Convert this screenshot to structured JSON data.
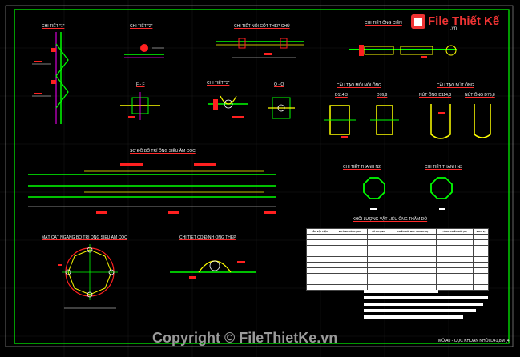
{
  "logo": {
    "brand": "File Thiết Kế",
    "url": ".vn"
  },
  "copyright": "Copyright © FileThietKe.vn",
  "footer_title": "MÔ A0 - CỌC KHOAN NHỒI D41,8M (4)",
  "labels": {
    "detail1": "CHI TIẾT \"1\"",
    "detail2": "CHI TIẾT \"2\"",
    "detail_rebar_cage": "CHI TIẾT NỐI CỐT THÉP CHỦ",
    "detail_tube": "CHI TIẾT ỐNG CIÊN",
    "section_ff": "F - F",
    "detail3": "CHI TIẾT \"3\"",
    "section_qq": "Q - Q",
    "tube_joint_left": "CẤU TẠO MỐI NỐI ỐNG",
    "tube_joint_right": "CẤU TẠO NÚT ỐNG",
    "d1": "D114,3",
    "d2": "D76,8",
    "d3": "NÚT ỐNG D114,3",
    "d4": "NÚT ỐNG D76,8",
    "layout": "SƠ ĐỒ BỐ TRÍ ỐNG SIÊU ÂM CỌC",
    "bar_n2": "CHI TIẾT THANH N2",
    "bar_n3": "CHI TIẾT THANH N3",
    "material_title": "KHỐI LƯỢNG VẬT LIỆU ỐNG THĂM DÒ",
    "plan_section": "MẶT CẮT NGANG BỐ TRÍ ỐNG SIÊU ÂM CỌC",
    "tube_fix": "CHI TIẾT CỐ ĐỊNH ỐNG THÉP"
  },
  "material_table": {
    "headers": [
      "TÊN VẬT LIỆU",
      "ĐƯỜNG KÍNH (mm)",
      "SỐ LƯỢNG",
      "CHIỀU DÀI MỖI THANH (m)",
      "TỔNG CHIỀU DÀI (m)",
      "ĐƠN VỊ"
    ],
    "rows": [
      [
        "",
        "",
        "",
        "",
        "",
        ""
      ],
      [
        "",
        "",
        "",
        "",
        "",
        ""
      ],
      [
        "",
        "",
        "",
        "",
        "",
        ""
      ],
      [
        "",
        "",
        "",
        "",
        "",
        ""
      ],
      [
        "",
        "",
        "",
        "",
        "",
        ""
      ],
      [
        "",
        "",
        "",
        "",
        "",
        ""
      ],
      [
        "",
        "",
        "",
        "",
        "",
        ""
      ],
      [
        "",
        "",
        "",
        "",
        "",
        ""
      ],
      [
        "",
        "",
        "",
        "",
        "",
        ""
      ],
      [
        "",
        "",
        "",
        "",
        "",
        ""
      ]
    ]
  },
  "colors": {
    "frame": "#00ff00",
    "rebar": "#ffff00",
    "red_mark": "#ff2020",
    "magenta": "#ff00ff",
    "cyan": "#00e5ff",
    "white": "#ffffff"
  }
}
